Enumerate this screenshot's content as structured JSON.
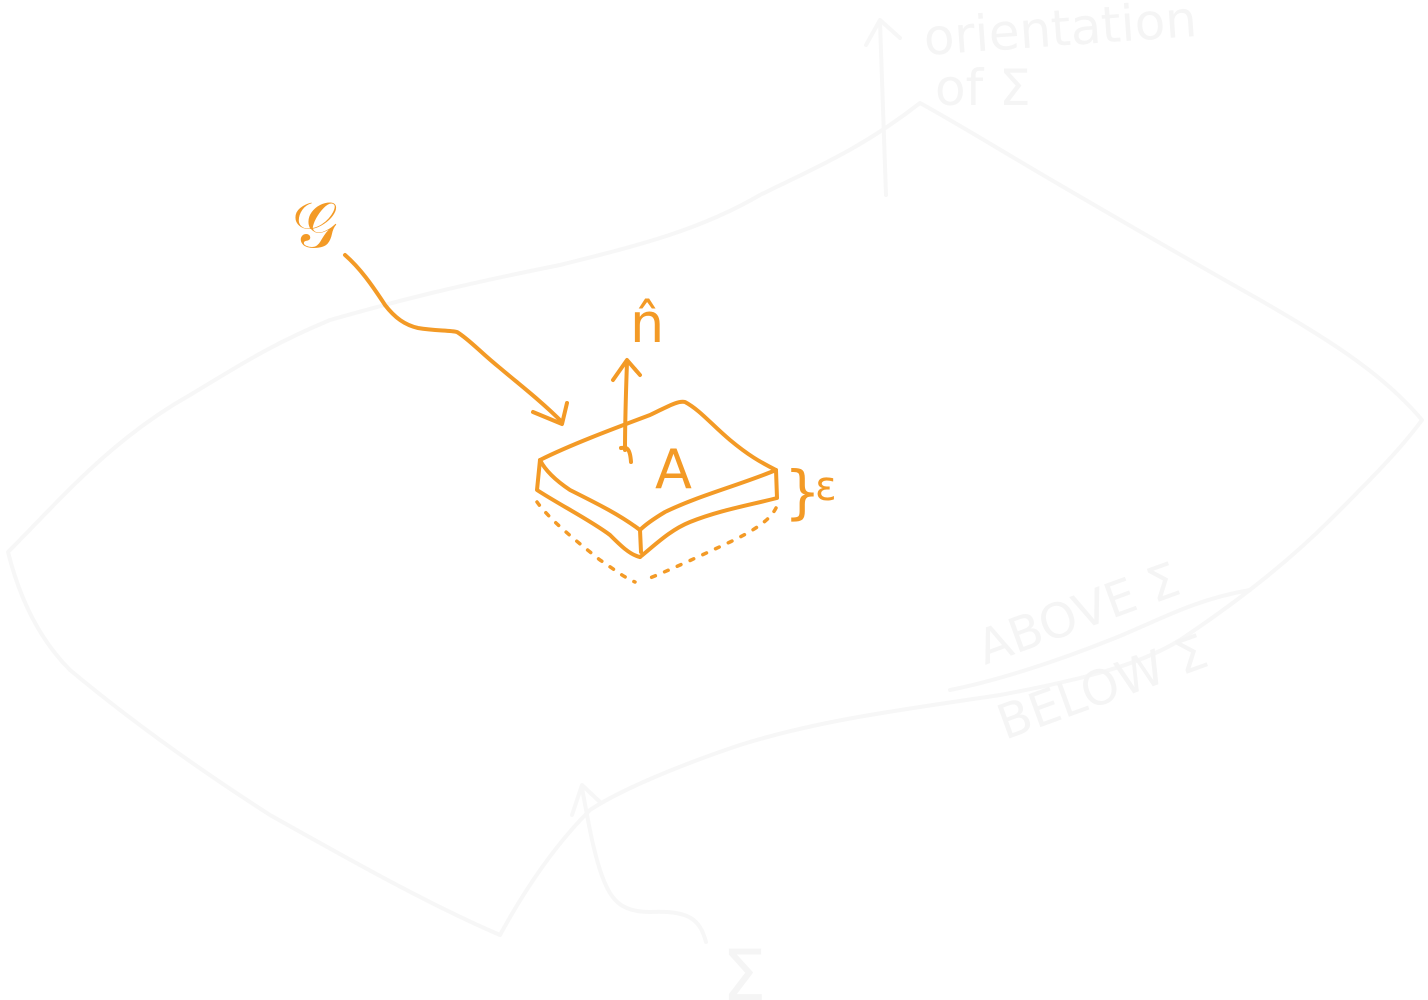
{
  "diagram": {
    "title": "Gaussian pillbox on surface Σ",
    "colors": {
      "ink": "#F39A26",
      "faint_ink": "#F7F7F7",
      "background": "#FFFFFF"
    },
    "labels": {
      "pillbox_name": "𝒢",
      "normal": "n̂",
      "area": "A",
      "thickness": "ε",
      "thickness_brace": "}",
      "orientation_line1": "orientation",
      "orientation_line2": "of Σ",
      "above": "ABOVE Σ",
      "below": "BELOW Σ",
      "surface_name": "Σ"
    },
    "elements": [
      {
        "id": "surface",
        "description": "faint sheet-like surface Σ"
      },
      {
        "id": "pillbox",
        "description": "thin box with top face area A and thickness ε straddling Σ"
      },
      {
        "id": "normal-arrow",
        "description": "arrow pointing up from box top, labeled n̂"
      },
      {
        "id": "pillbox-pointer",
        "description": "wavy arrow from label 𝒢 to the pillbox"
      },
      {
        "id": "orientation-arrow",
        "description": "faint upward arrow labeled orientation of Σ"
      },
      {
        "id": "above-below-divider",
        "description": "faint line separating ABOVE Σ and BELOW Σ"
      },
      {
        "id": "surface-pointer",
        "description": "faint arrow from label Σ to the surface"
      }
    ]
  }
}
